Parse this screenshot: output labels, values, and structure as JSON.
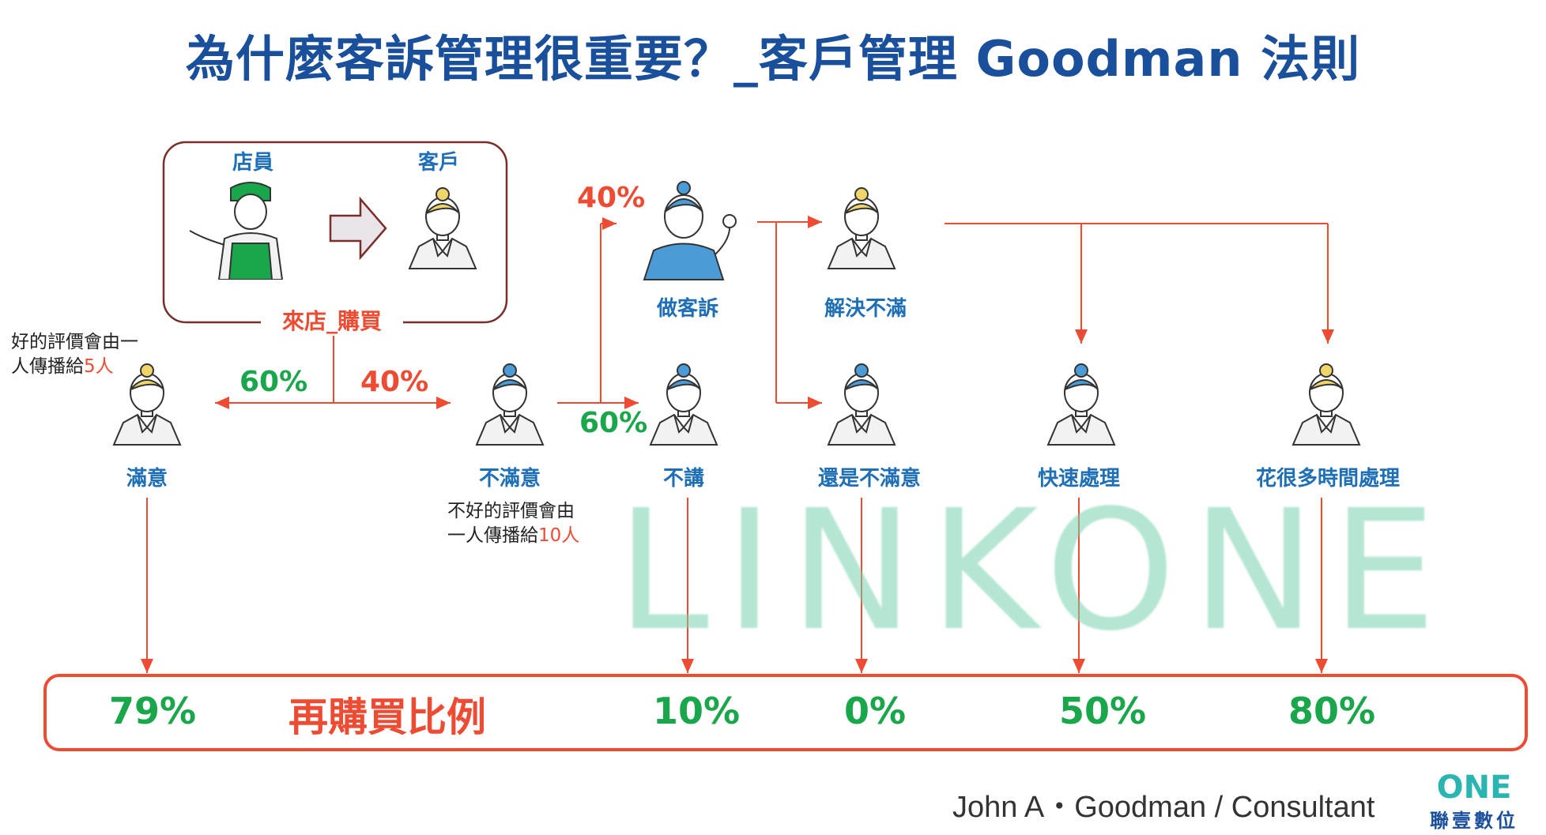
{
  "title": "為什麼客訴管理很重要？_客戶管理 Goodman 法則",
  "store_box": {
    "clerk_label": "店員",
    "customer_label": "客戶",
    "caption": "來店_購買"
  },
  "split": {
    "left_pct": "60%",
    "right_pct": "40%"
  },
  "satisfied": {
    "label": "滿意",
    "note_line1": "好的評價會由一",
    "note_line2": "人傳播給",
    "note_count": "5人"
  },
  "dissatisfied": {
    "label": "不滿意",
    "note_line1": "不好的評價會由",
    "note_line2": "一人傳播給",
    "note_count": "10人"
  },
  "complain_split": {
    "complain_pct": "40%",
    "silent_pct": "60%"
  },
  "nodes": {
    "complain": "做客訴",
    "resolved": "解決不滿",
    "silent": "不講",
    "still_unhappy": "還是不滿意",
    "fast": "快速處理",
    "slow": "花很多時間處理"
  },
  "watermark": "LINKONE",
  "repurchase": {
    "label": "再購買比例",
    "values": [
      "79%",
      "10%",
      "0%",
      "50%",
      "80%"
    ]
  },
  "credit": "John A・Goodman / Consultant",
  "logo": {
    "mark": "ONE",
    "name": "聯壹數位"
  },
  "colors": {
    "title": "#1a4f9c",
    "label_blue": "#1e6fb5",
    "accent_red": "#ee4b33",
    "green": "#1aa64a",
    "logo_teal": "#2bb5b0"
  }
}
